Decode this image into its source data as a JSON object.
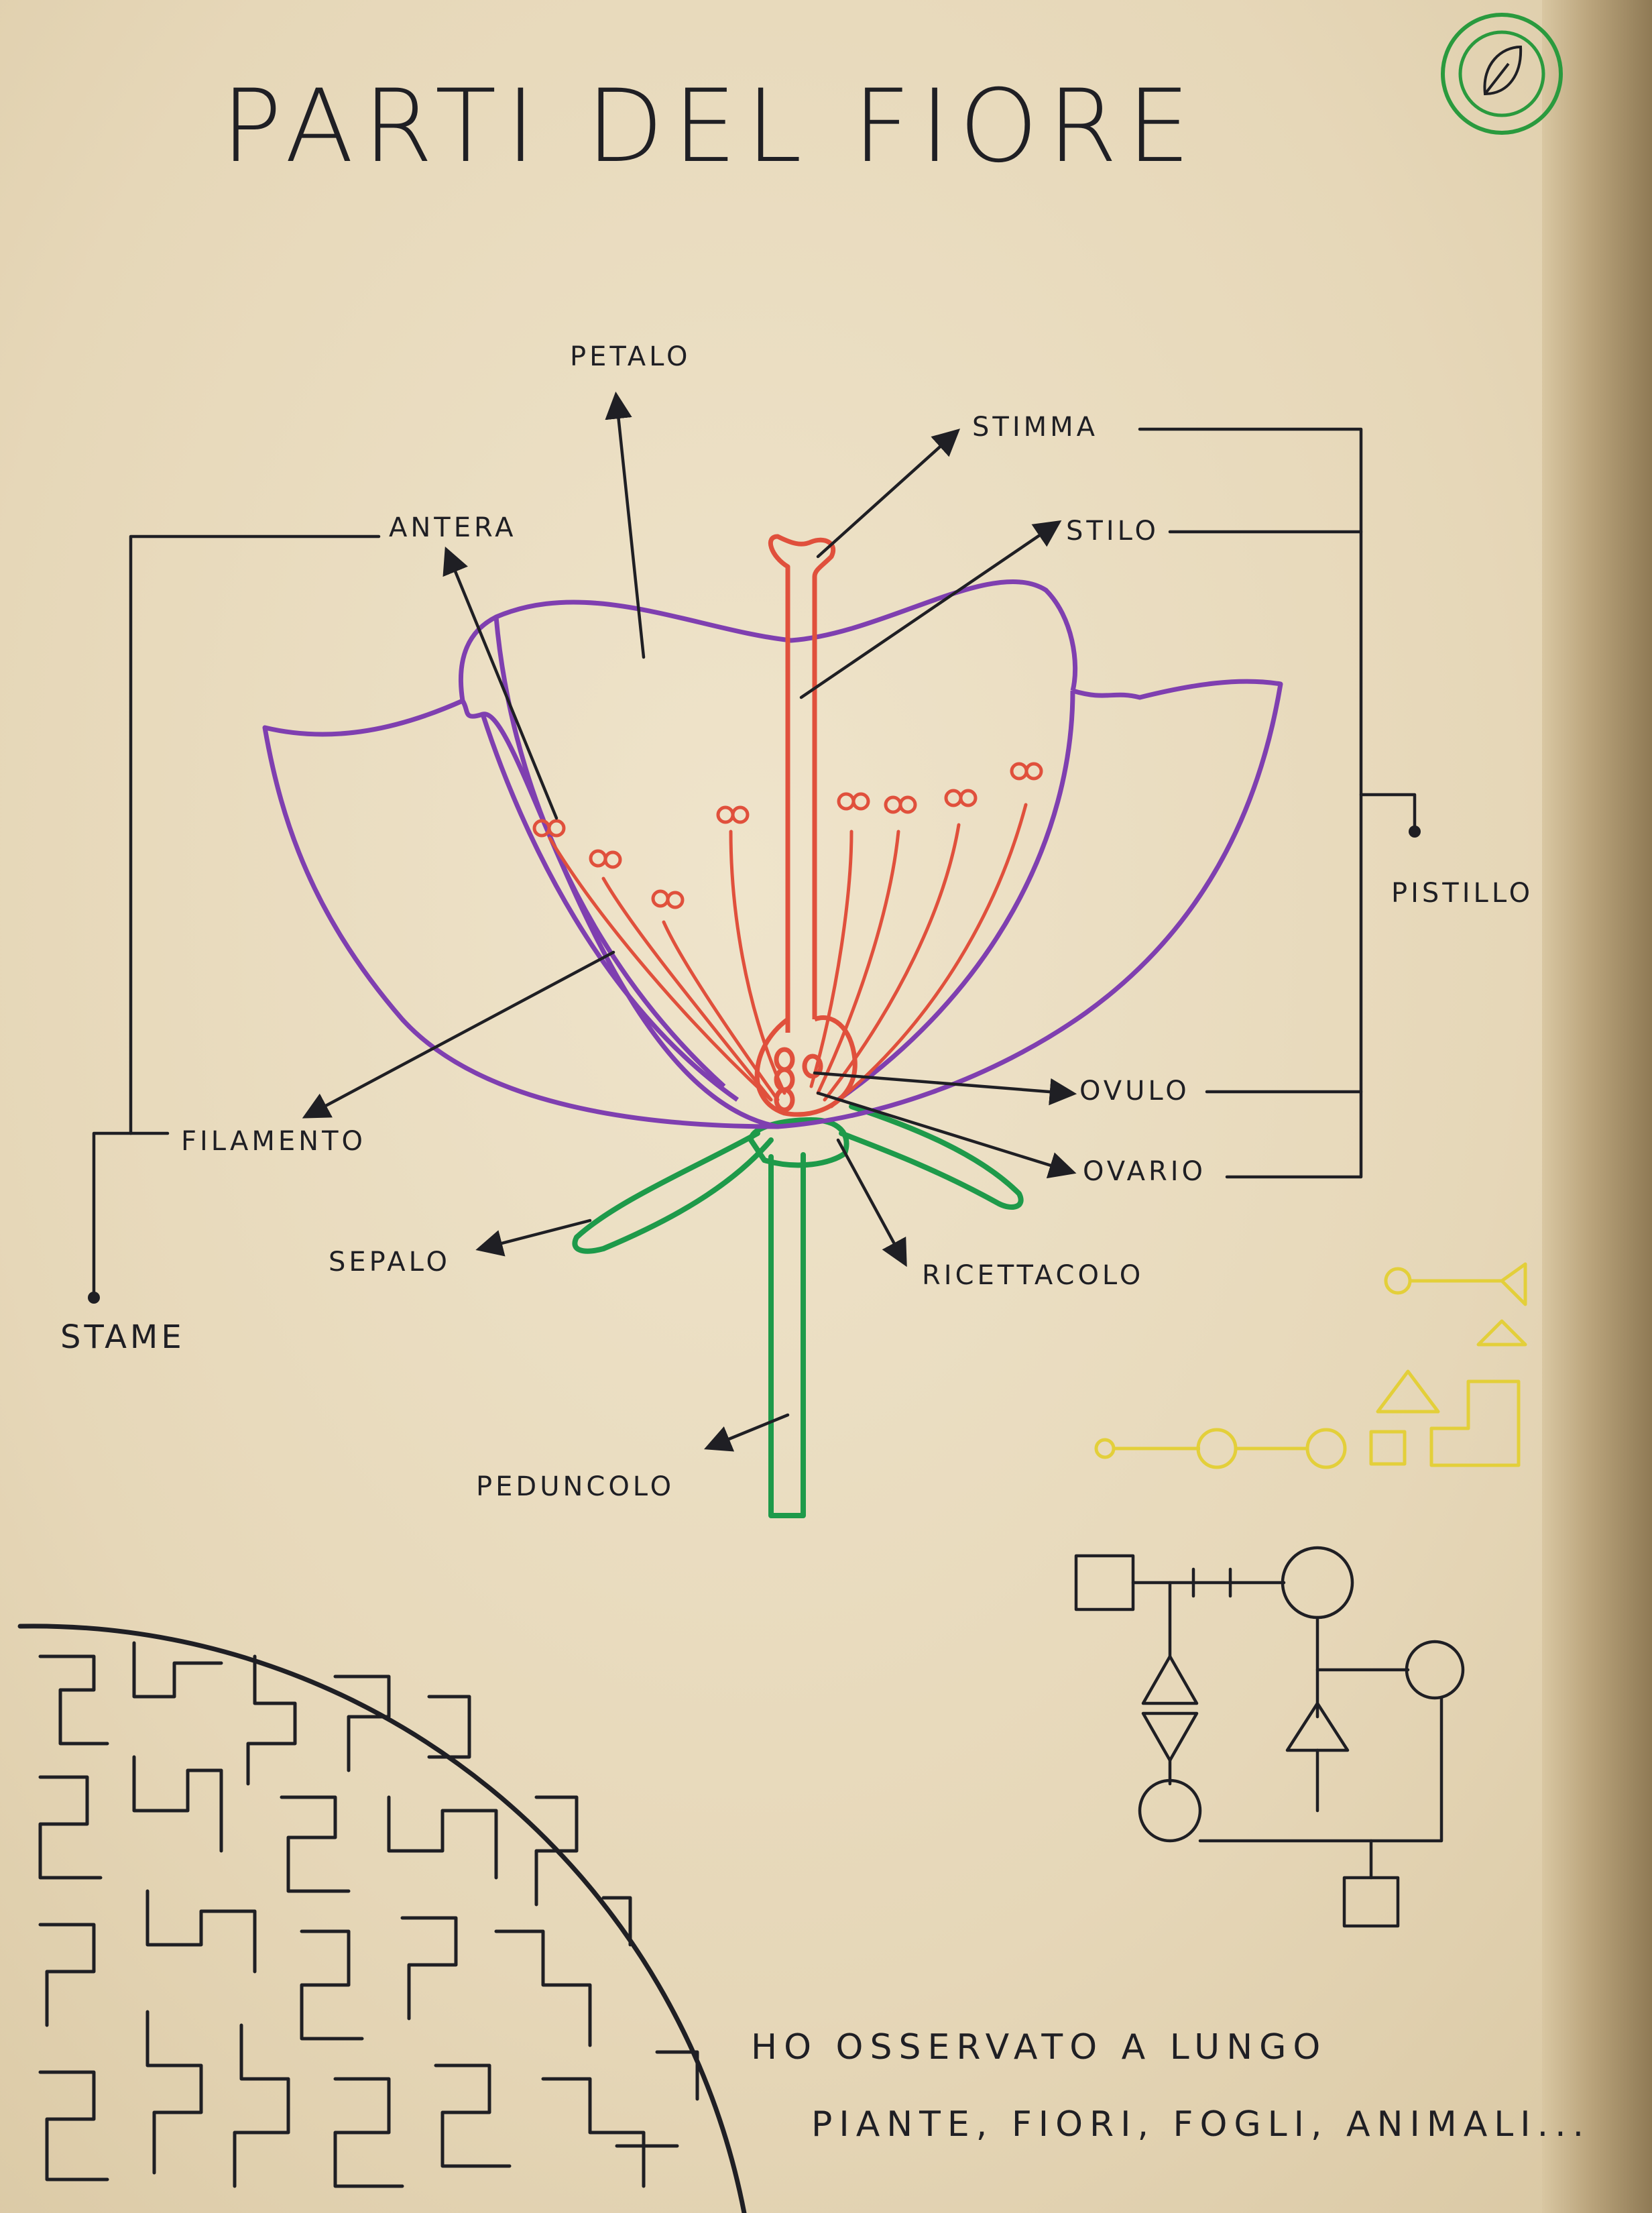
{
  "title": "PARTI   DEL   FIORE",
  "labels": {
    "petalo": "PETALO",
    "stimma": "STIMMA",
    "antera": "ANTERA",
    "stilo": "STILO",
    "pistillo": "PISTILLO",
    "filamento": "FILAMENTO",
    "ovulo": "OVULO",
    "ovario": "OVARIO",
    "sepalo": "SEPALO",
    "ricettacolo": "RICETTACOLO",
    "stame": "STAME",
    "peduncolo": "PEDUNCOLO"
  },
  "note": {
    "line1": "HO OSSERVATO A LUNGO",
    "line2": "PIANTE, FIORI, FOGLI, ANIMALI..."
  },
  "colors": {
    "ink": "#1f1f24",
    "petal": "#7f3fb0",
    "stamen": "#e0503c",
    "sepal": "#1e9a4a",
    "doodle": "#e3cf3a",
    "badge": "#2a9a3e"
  }
}
